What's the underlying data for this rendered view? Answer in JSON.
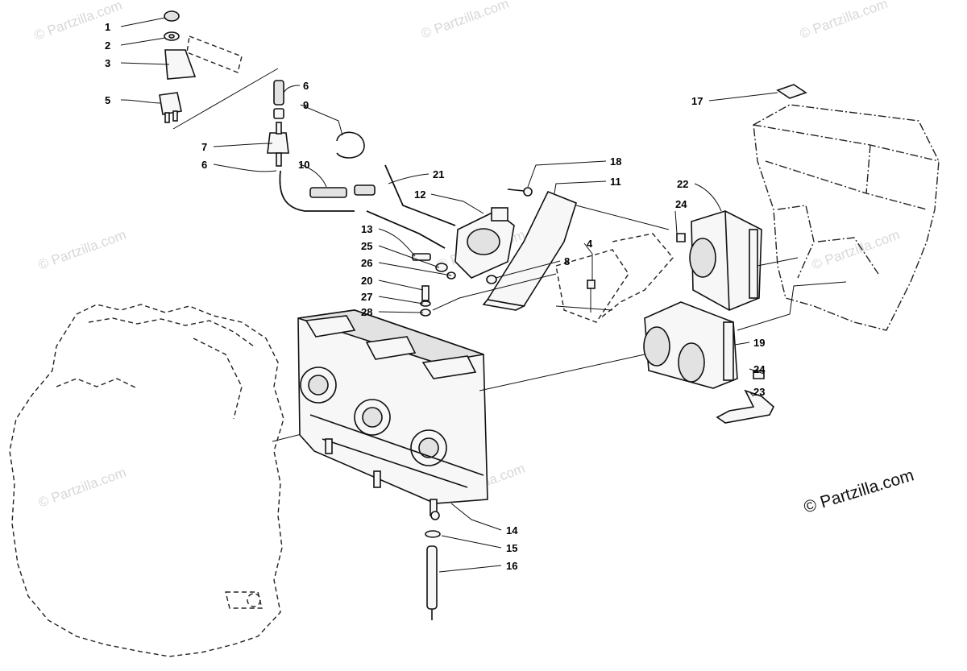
{
  "watermark": {
    "faint_text": "© Partzilla.com",
    "main_text": "© Partzilla.com"
  },
  "callouts": {
    "c1": "1",
    "c2": "2",
    "c3": "3",
    "c4": "4",
    "c5": "5",
    "c6a": "6",
    "c6b": "6",
    "c7": "7",
    "c8": "8",
    "c9": "9",
    "c10": "10",
    "c11": "11",
    "c12": "12",
    "c13": "13",
    "c14": "14",
    "c15": "15",
    "c16": "16",
    "c17": "17",
    "c18": "18",
    "c19": "19",
    "c20": "20",
    "c21": "21",
    "c22": "22",
    "c23": "23",
    "c24a": "24",
    "c24b": "24",
    "c25": "25",
    "c26": "26",
    "c27": "27",
    "c28": "28"
  }
}
